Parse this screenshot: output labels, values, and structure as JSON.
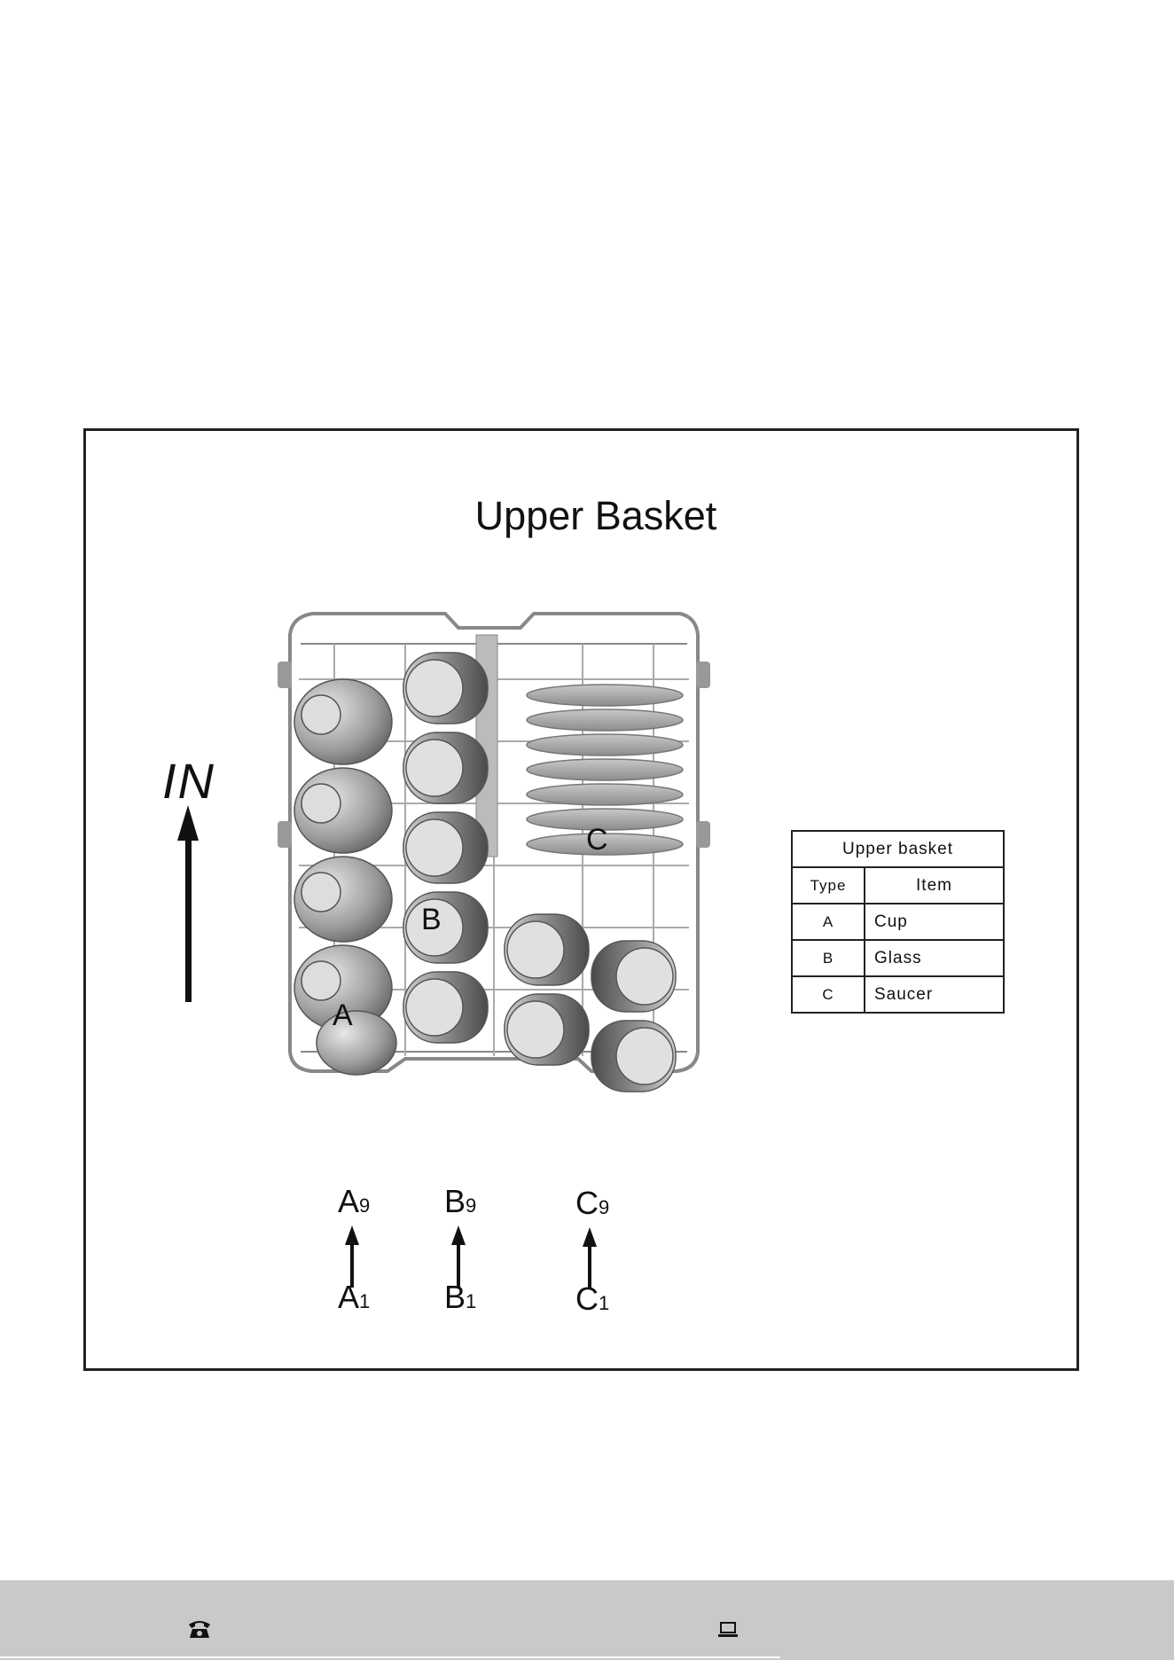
{
  "diagram": {
    "title": "Upper Basket",
    "direction_label": "IN",
    "basket_labels": {
      "a": "A",
      "b": "B",
      "c": "C"
    },
    "sequence": [
      {
        "start_letter": "A",
        "start_num": "1",
        "end_letter": "A",
        "end_num": "9"
      },
      {
        "start_letter": "B",
        "start_num": "1",
        "end_letter": "B",
        "end_num": "9"
      },
      {
        "start_letter": "C",
        "start_num": "1",
        "end_letter": "C",
        "end_num": "9"
      }
    ]
  },
  "legend": {
    "header": "Upper basket",
    "col_type": "Type",
    "col_item": "Item",
    "rows": [
      {
        "type": "A",
        "item": "Cup"
      },
      {
        "type": "B",
        "item": "Glass"
      },
      {
        "type": "C",
        "item": "Saucer"
      }
    ]
  },
  "footer": {
    "icons": [
      "phone-icon",
      "laptop-icon"
    ],
    "background": "#c9c9c9"
  }
}
